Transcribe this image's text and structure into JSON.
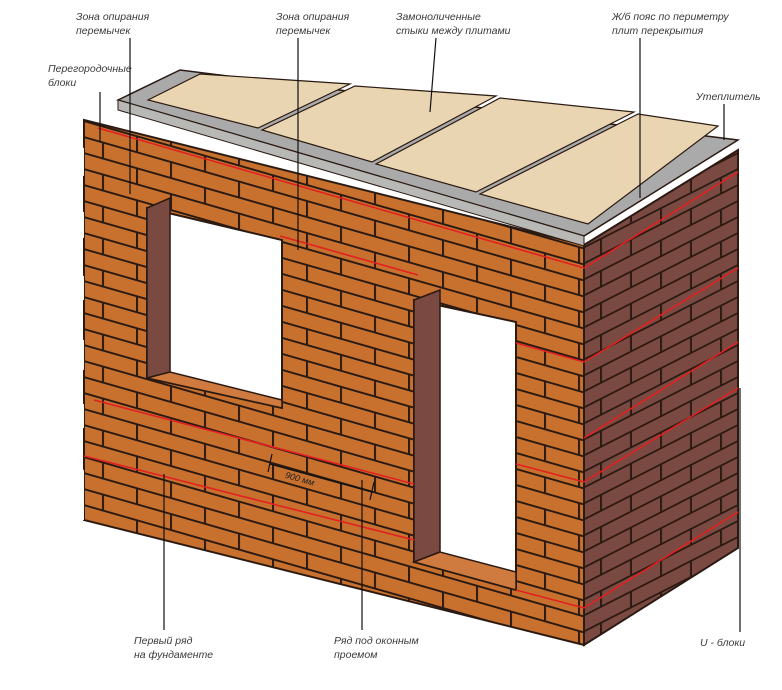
{
  "callouts": {
    "lintel_zone_left": {
      "line1": "Зона опирания",
      "line2": "перемычек"
    },
    "lintel_zone_center": {
      "line1": "Зона опирания",
      "line2": "перемычек"
    },
    "monolithic_joints": {
      "line1": "Замоноличенные",
      "line2": "стыки между плитами"
    },
    "rc_belt": {
      "line1": "Ж/б пояс по периметру",
      "line2": "плит перекрытия"
    },
    "partition_blocks": {
      "line1": "Перегородочные",
      "line2": "блоки"
    },
    "insulation": {
      "line1": "Утеплитель"
    },
    "first_row": {
      "line1": "Первый ряд",
      "line2": "на фундаменте"
    },
    "row_under_window": {
      "line1": "Ряд под оконным",
      "line2": "проемом"
    },
    "u_blocks": {
      "line1": "U - блоки"
    }
  },
  "dimension": {
    "label": "900 мм"
  },
  "colors": {
    "brick_front": "#c8702e",
    "brick_side": "#7a4a42",
    "brick_top": "#cf7a3e",
    "slab": "#e9d5b2",
    "belt": "#a9aaa9",
    "mortar": "#2b1a12",
    "rebar": "#e32020",
    "leader": "#111111"
  }
}
